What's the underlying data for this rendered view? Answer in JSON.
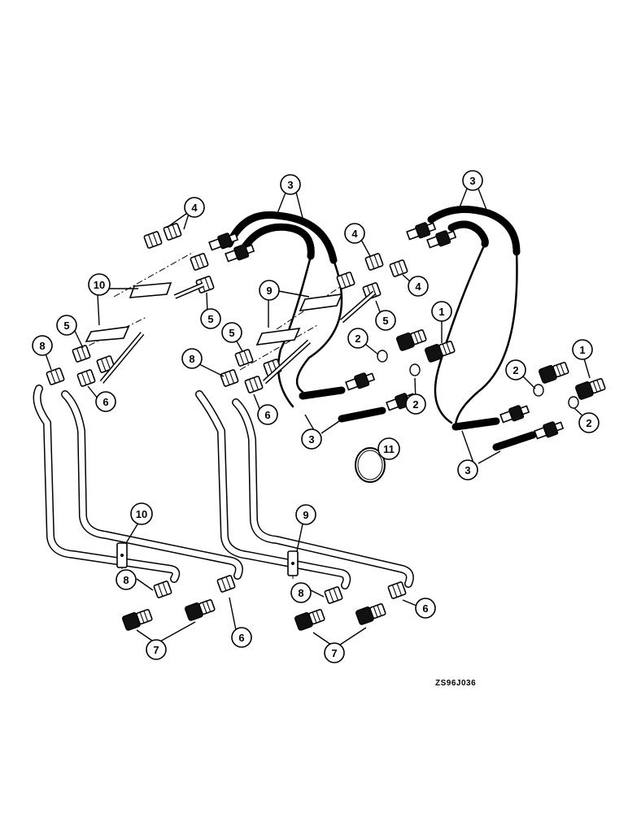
{
  "figure_code": "ZS96J036",
  "callouts": {
    "c1a": "1",
    "c1b": "1",
    "c2a": "2",
    "c2b": "2",
    "c2c": "2",
    "c2d": "2",
    "c3a": "3",
    "c3b": "3",
    "c3c": "3",
    "c3d": "3",
    "c4a": "4",
    "c4b": "4",
    "c4c": "4",
    "c5a": "5",
    "c5b": "5",
    "c5c": "5",
    "c5d": "5",
    "c6a": "6",
    "c6b": "6",
    "c6c": "6",
    "c6d": "6",
    "c7a": "7",
    "c7b": "7",
    "c8a": "8",
    "c8b": "8",
    "c8c": "8",
    "c8d": "8",
    "c9a": "9",
    "c9b": "9",
    "c10a": "10",
    "c10b": "10",
    "c11": "11"
  }
}
